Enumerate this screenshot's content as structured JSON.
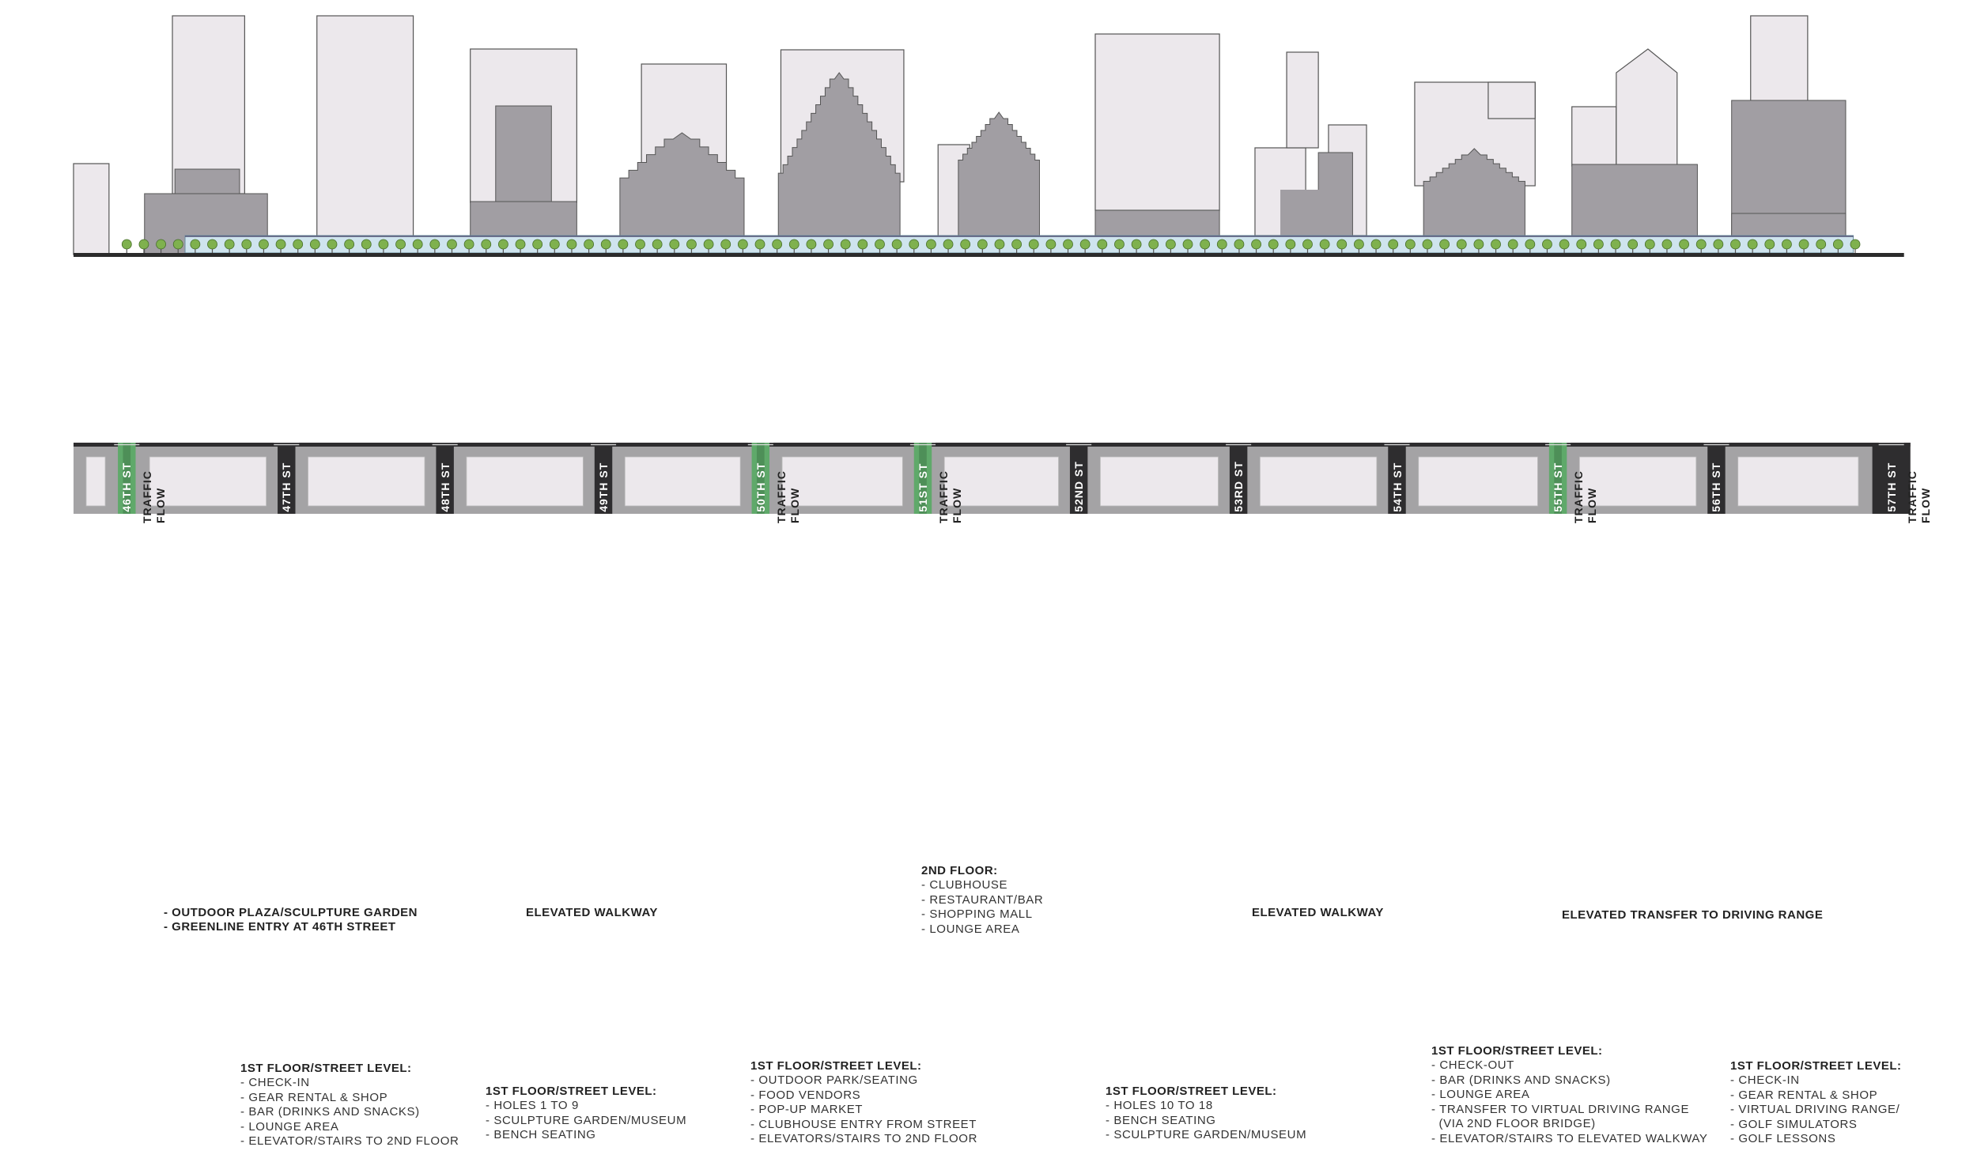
{
  "streets": [
    {
      "name": "E 46TH ST",
      "flow": true
    },
    {
      "name": "E 47TH ST",
      "flow": false
    },
    {
      "name": "E 48TH ST",
      "flow": false
    },
    {
      "name": "E 49TH ST",
      "flow": false
    },
    {
      "name": "E 50TH ST",
      "flow": true
    },
    {
      "name": "E 51ST ST",
      "flow": true
    },
    {
      "name": "E 52ND ST",
      "flow": false
    },
    {
      "name": "E 53RD ST",
      "flow": false
    },
    {
      "name": "E 54TH ST",
      "flow": false
    },
    {
      "name": "E 55TH ST",
      "flow": true
    },
    {
      "name": "E 56TH ST",
      "flow": false
    },
    {
      "name": "E 57TH ST",
      "flow": true
    }
  ],
  "traffic_flow_line1": "TRAFFIC",
  "traffic_flow_line2": "FLOW",
  "colors": {
    "building_shadow": "#a19ea3",
    "building_light": "#ece8ec",
    "greenline": "#5fa96a",
    "walkway": "#a7a5a8",
    "yellow": "#f6f59a",
    "orange": "#f7b08f",
    "road": "#2e2d2f",
    "block": "#a4a3a5"
  },
  "top_labels": {
    "plaza": {
      "l1": "- OUTDOOR PLAZA/SCULPTURE GARDEN",
      "l2": "- GREENLINE ENTRY AT 46TH STREET"
    },
    "walkway_left": "ELEVATED WALKWAY",
    "second_floor": {
      "title": "2ND FLOOR:",
      "items": [
        "- CLUBHOUSE",
        "- RESTAURANT/BAR",
        "- SHOPPING MALL",
        "- LOUNGE AREA"
      ]
    },
    "walkway_right": "ELEVATED WALKWAY",
    "transfer": "ELEVATED TRANSFER TO DRIVING RANGE"
  },
  "bottom_labels": [
    {
      "title": "1ST FLOOR/STREET LEVEL:",
      "items": [
        "- CHECK-IN",
        "- GEAR RENTAL & SHOP",
        "- BAR (DRINKS AND SNACKS)",
        "- LOUNGE AREA",
        "- ELEVATOR/STAIRS TO 2ND FLOOR"
      ]
    },
    {
      "title": "1ST FLOOR/STREET LEVEL:",
      "items": [
        "- HOLES 1 TO 9",
        "- SCULPTURE GARDEN/MUSEUM",
        "- BENCH SEATING"
      ]
    },
    {
      "title": "1ST FLOOR/STREET LEVEL:",
      "items": [
        "- OUTDOOR PARK/SEATING",
        "- FOOD VENDORS",
        "- POP-UP MARKET",
        "- CLUBHOUSE ENTRY FROM STREET",
        "- ELEVATORS/STAIRS TO 2ND FLOOR"
      ]
    },
    {
      "title": "1ST FLOOR/STREET LEVEL:",
      "items": [
        "- HOLES 10 TO 18",
        "- BENCH SEATING",
        "- SCULPTURE GARDEN/MUSEUM"
      ]
    },
    {
      "title": "1ST FLOOR/STREET LEVEL:",
      "items": [
        "- CHECK-OUT",
        "- BAR (DRINKS AND SNACKS)",
        "- LOUNGE AREA",
        "- TRANSFER TO VIRTUAL DRIVING RANGE",
        "  (VIA 2ND FLOOR BRIDGE)",
        "- ELEVATOR/STAIRS TO ELEVATED WALKWAY"
      ]
    },
    {
      "title": "1ST FLOOR/STREET LEVEL:",
      "items": [
        "- CHECK-IN",
        "- GEAR RENTAL & SHOP",
        "- VIRTUAL DRIVING RANGE/",
        "- GOLF SIMULATORS",
        "- GOLF LESSONS"
      ]
    }
  ]
}
